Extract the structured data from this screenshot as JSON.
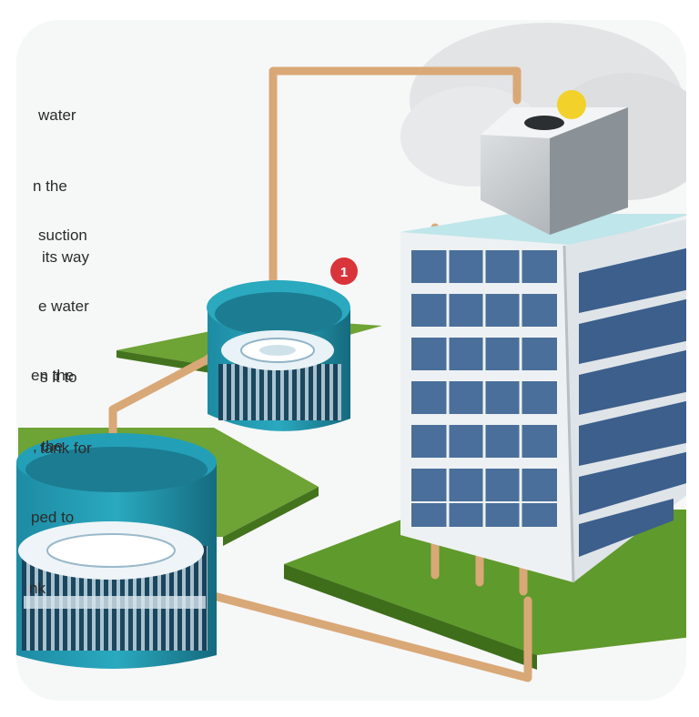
{
  "captions": {
    "block1": [
      "water",
      "n the",
      "its way"
    ],
    "block2": [
      "suction",
      "e water",
      "s it to",
      "tank for"
    ],
    "block3": [
      "en the",
      ", the",
      "ped to",
      "nk"
    ]
  },
  "step_badge": "1",
  "colors": {
    "tank_teal": "#1f8fa6",
    "tank_dark": "#17697c",
    "platform_green": "#5f9a2c",
    "pipe_tan": "#d9a877",
    "building_white": "#eef1f3",
    "window_blue": "#4a6f9a",
    "badge_red": "#d9343a",
    "sun_yellow": "#f2d22a"
  }
}
